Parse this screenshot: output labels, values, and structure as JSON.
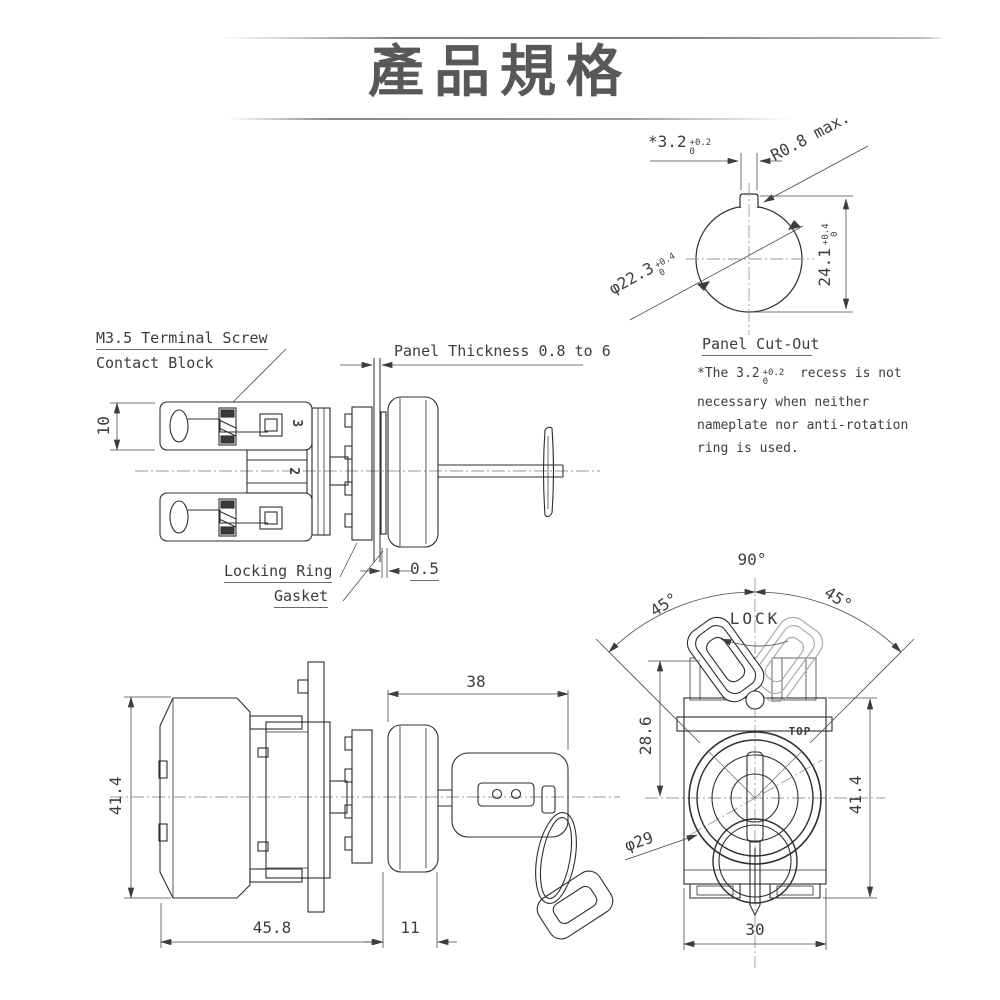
{
  "header": {
    "title": "產品規格"
  },
  "colors": {
    "title": "#58585a",
    "line": "#2e2e2e",
    "dim_line": "#4a4a4a",
    "centerline": "#999999"
  },
  "panel_cutout": {
    "label": "Panel Cut-Out",
    "notch_dim": {
      "prefix": "*",
      "value": "3.2",
      "tol_top": "+0.2",
      "tol_bottom": "0"
    },
    "radius_dim": "R0.8 max.",
    "height_dim": {
      "value": "24.1",
      "tol_top": "+0.4",
      "tol_bottom": "0"
    },
    "dia_dim": {
      "value": "φ22.3",
      "tol_top": "+0.4",
      "tol_bottom": "0"
    },
    "note": {
      "line1_pre": "*The 3.2",
      "line1_tol_top": "+0.2",
      "line1_tol_bottom": "0",
      "line1_post": "recess is not",
      "line2": "necessary when neither",
      "line3": "nameplate nor anti-rotation",
      "line4": "ring is used."
    }
  },
  "side_view": {
    "terminal_label": "M3.5 Terminal Screw",
    "contact_label": "Contact Block",
    "panel_thickness_label": "Panel Thickness 0.8 to 6",
    "locking_ring_label": "Locking Ring",
    "gasket_label": "Gasket",
    "gasket_dim": "0.5",
    "height_dim": "10",
    "mark_top": "3",
    "mark_bottom": "2"
  },
  "bottom_view": {
    "height_dim": "41.4",
    "body_dim": "45.8",
    "bezel_dim": "11",
    "key_dim": "38"
  },
  "front_view": {
    "angle_total": "90°",
    "angle_left": "45°",
    "angle_right": "45°",
    "lock_label": "LOCK",
    "top_label": "TOP",
    "upper_dim": "28.6",
    "height_dim": "41.4",
    "dia_dim": "φ29",
    "width_dim": "30"
  }
}
